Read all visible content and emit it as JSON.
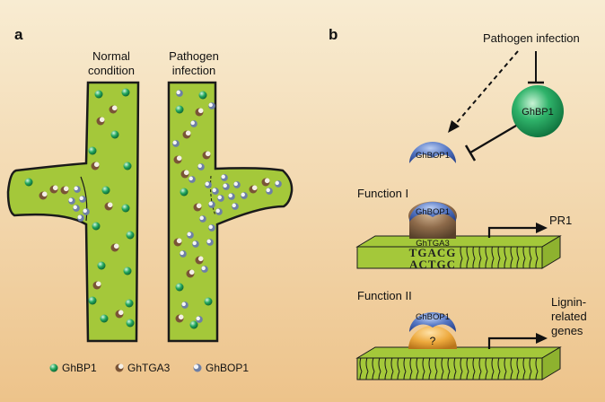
{
  "panel_a": {
    "label": "a",
    "col_normal": [
      "Normal",
      "condition"
    ],
    "col_pathogen": [
      "Pathogen",
      "infection"
    ],
    "legend": [
      {
        "name": "GhBP1",
        "icon": "ghbp1-dot-icon"
      },
      {
        "name": "GhTGA3",
        "icon": "ghtga3-dot-icon"
      },
      {
        "name": "GhBOP1",
        "icon": "ghbop1-dot-icon"
      }
    ]
  },
  "panel_b": {
    "label": "b",
    "pathogen": "Pathogen infection",
    "ghbp1": "GhBP1",
    "ghbop1": "GhBOP1",
    "function1": {
      "title": "Function I",
      "bop": "GhBOP1",
      "tga": "GhTGA3",
      "seq_top": "TGACG",
      "seq_bottom": "ACTGC",
      "target": "PR1"
    },
    "function2": {
      "title": "Function II",
      "bop": "GhBOP1",
      "unknown": "?",
      "target": [
        "Lignin-",
        "related",
        "genes"
      ]
    }
  },
  "colors": {
    "background_top": "#f7e7c6",
    "background_bottom": "#eec48a",
    "tissue_fill": "#a4c83a",
    "ghbp1": "#2fb36a",
    "ghbop1": "#5577c4",
    "ghtga3": "#8d6a4a",
    "unknown_factor": "#eda93d"
  }
}
